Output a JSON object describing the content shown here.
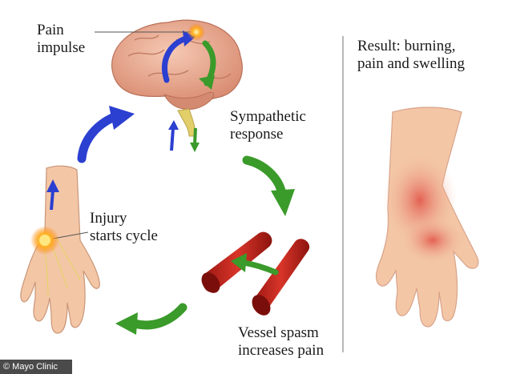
{
  "labels": {
    "pain_impulse": [
      "Pain",
      "impulse"
    ],
    "sympathetic_response": [
      "Sympathetic",
      "response"
    ],
    "injury": [
      "Injury",
      "starts cycle"
    ],
    "vessel_spasm": [
      "Vessel spasm",
      "increases pain"
    ],
    "result": [
      "Result: burning,",
      "pain and swelling"
    ]
  },
  "credit": "© Mayo Clinic",
  "colors": {
    "blue_arrow": "#2b3fd0",
    "green_arrow": "#3a9a2a",
    "vessel": "#c4241c",
    "brain": "#e8a48a",
    "skin": "#f3c6a6",
    "inflamed": "#e2554a"
  }
}
